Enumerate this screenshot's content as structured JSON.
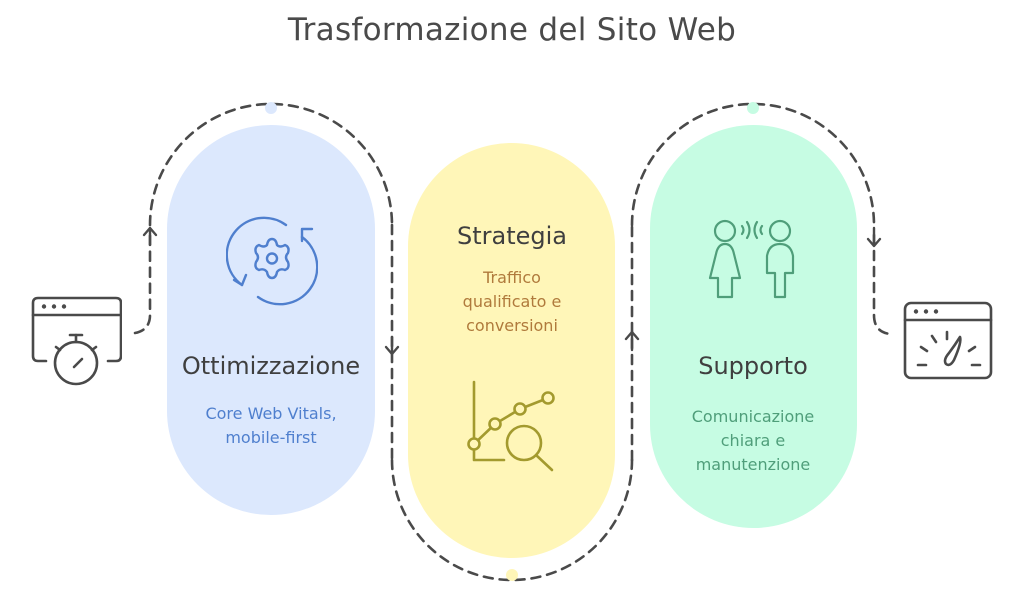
{
  "title": "Trasformazione del Sito Web",
  "colors": {
    "path": "#4a4a4a",
    "blue_fill": "#dce8fd",
    "blue_accent": "#4f7fce",
    "yellow_fill": "#fff6b8",
    "yellow_accent": "#a39a2e",
    "yellow_text": "#b07a3c",
    "green_fill": "#c6fce3",
    "green_accent": "#4f9e7a"
  },
  "start_icon": "browser-stopwatch-icon",
  "end_icon": "browser-speedometer-icon",
  "steps": [
    {
      "heading": "Ottimizzazione",
      "description_lines": [
        "Core Web Vitals,",
        "mobile-first"
      ],
      "icon": "gear-refresh-icon"
    },
    {
      "heading": "Strategia",
      "description_lines": [
        "Traffico",
        "qualificato e",
        "conversioni"
      ],
      "icon": "chart-search-icon"
    },
    {
      "heading": "Supporto",
      "description_lines": [
        "Comunicazione",
        "chiara e",
        "manutenzione"
      ],
      "icon": "people-talking-icon"
    }
  ]
}
